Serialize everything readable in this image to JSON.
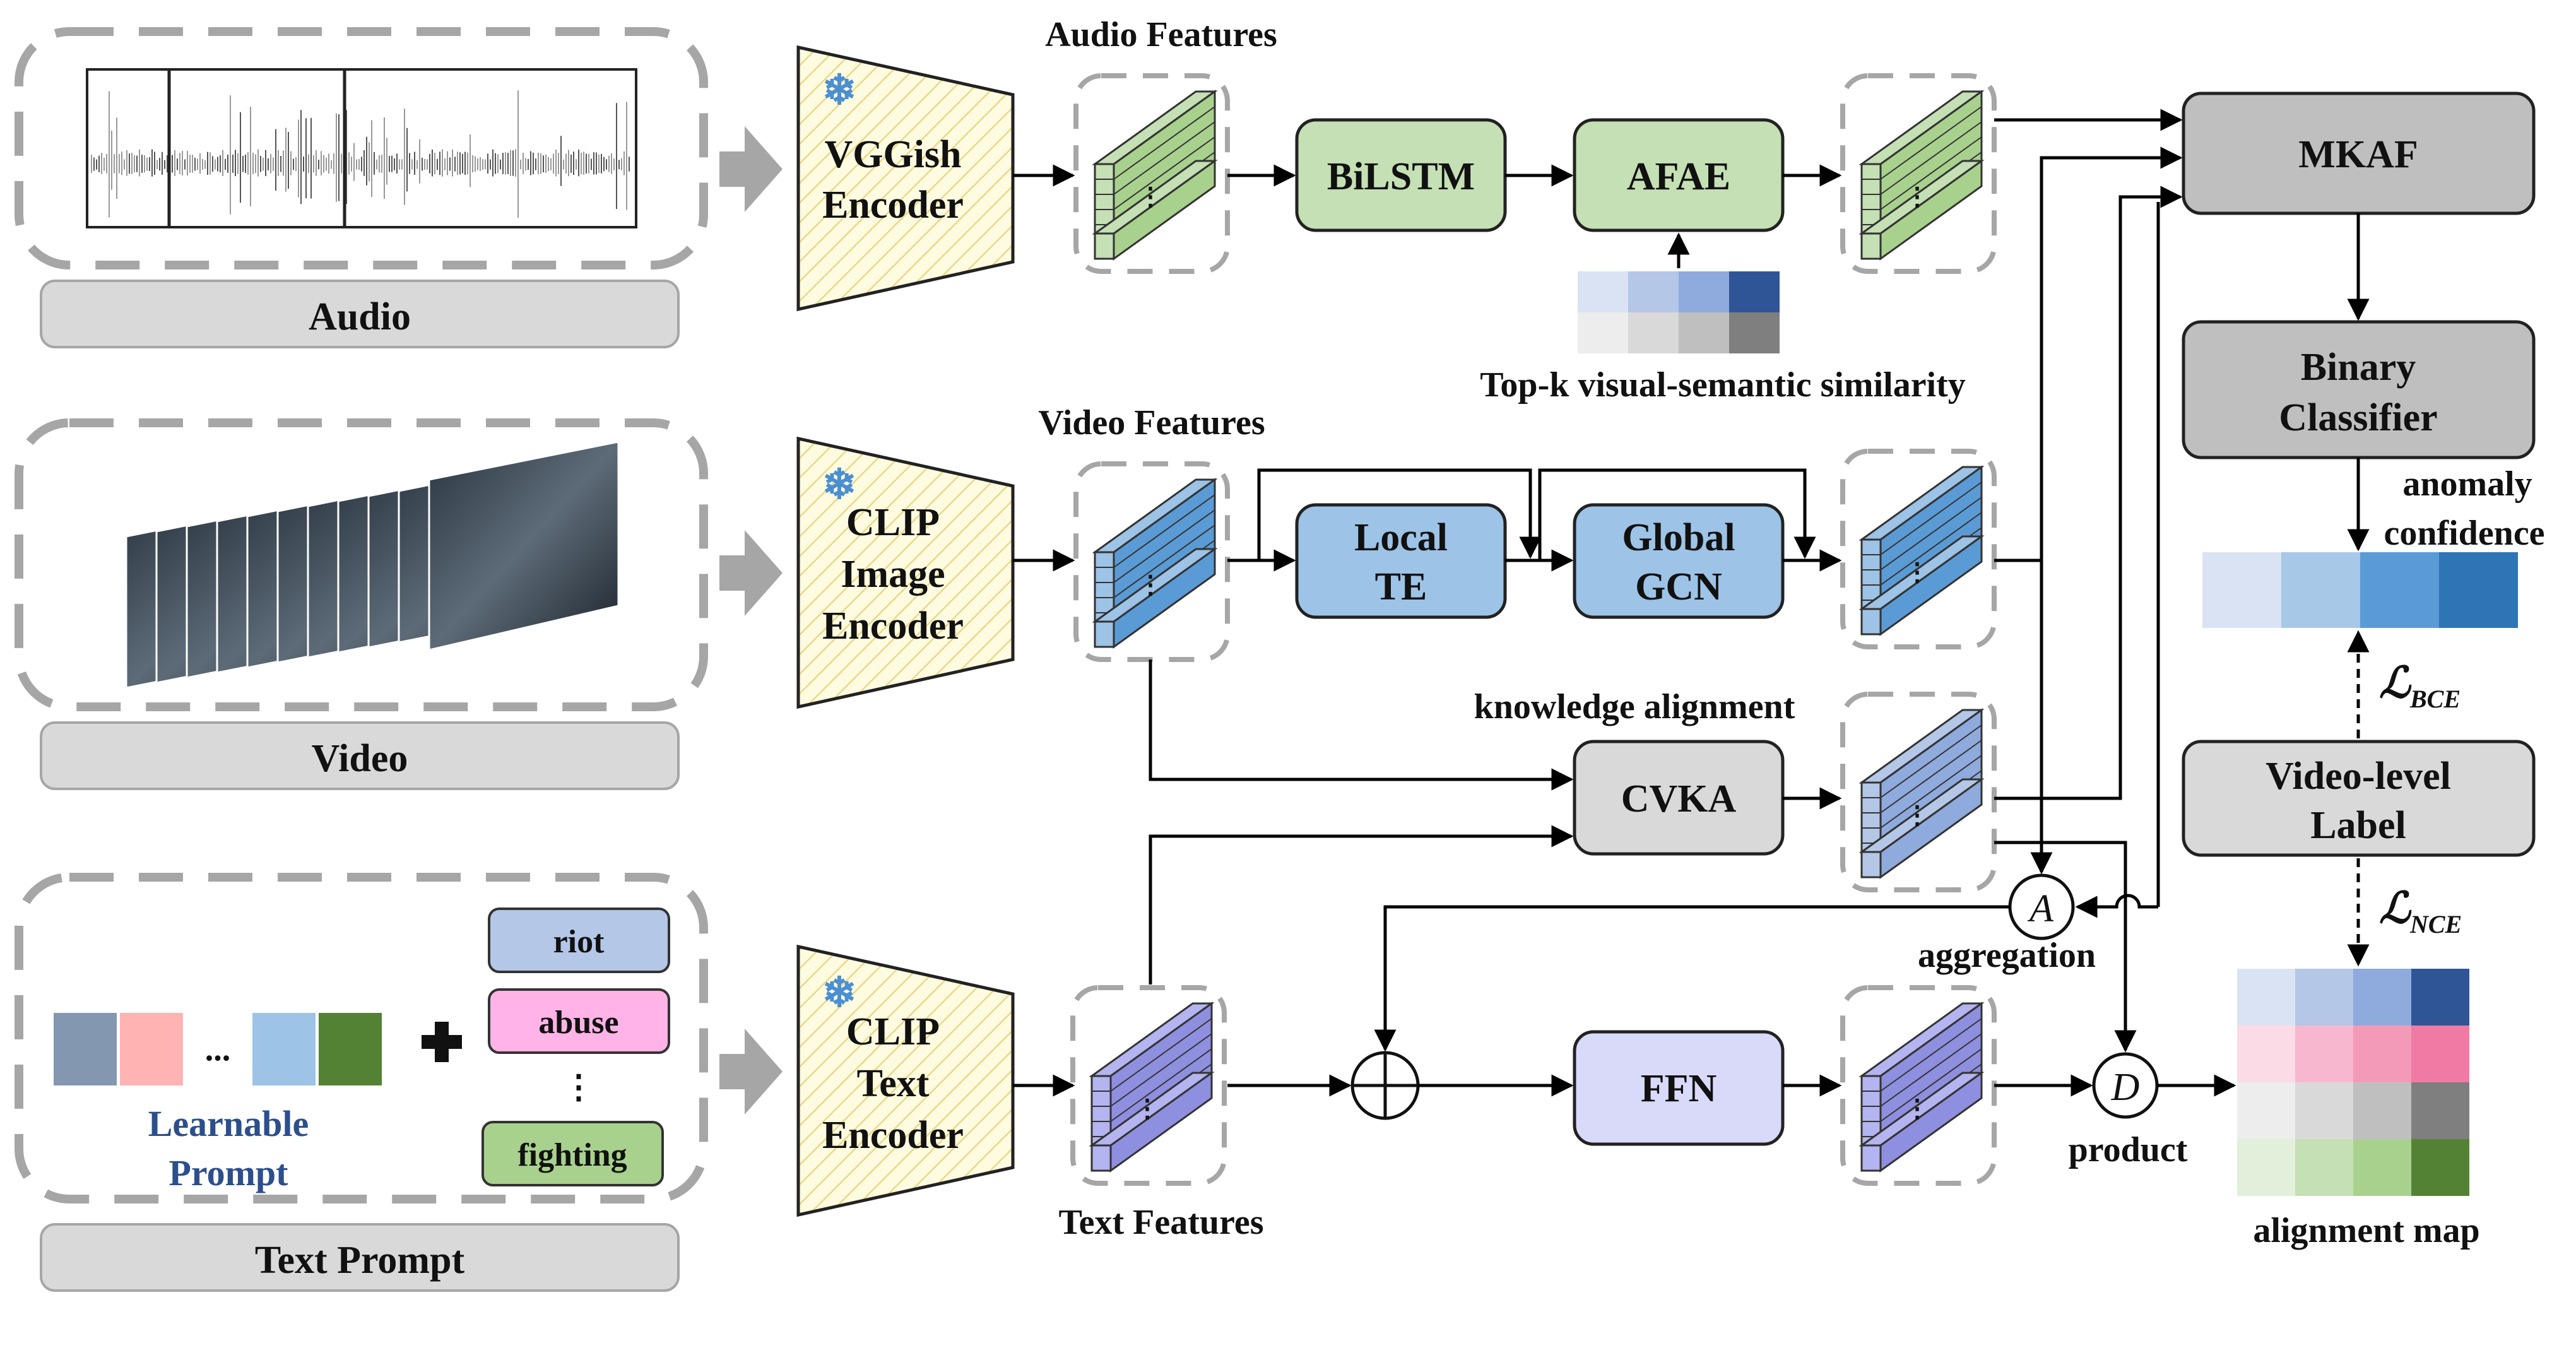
{
  "inputs": {
    "audio": "Audio",
    "video": "Video",
    "text_prompt": "Text Prompt",
    "learnable_prompt_line1": "Learnable",
    "learnable_prompt_line2": "Prompt",
    "prompt_ellipsis": "...",
    "class_tags": [
      "riot",
      "abuse",
      "fighting"
    ],
    "tags_ellipsis": "⋮"
  },
  "encoders": {
    "audio": [
      "VGGish",
      "Encoder"
    ],
    "image": [
      "CLIP",
      "Image",
      "Encoder"
    ],
    "text": [
      "CLIP",
      "Text",
      "Encoder"
    ]
  },
  "features": {
    "audio": "Audio Features",
    "video": "Video Features",
    "text": "Text Features"
  },
  "modules": {
    "bilstm": "BiLSTM",
    "afae": "AFAE",
    "local_te": [
      "Local",
      "TE"
    ],
    "global_gcn": [
      "Global",
      "GCN"
    ],
    "cvka": "CVKA",
    "ffn": "FFN",
    "mkaf": "MKAF",
    "binary_classifier": [
      "Binary",
      "Classifier"
    ],
    "video_level_label": [
      "Video-level",
      "Label"
    ]
  },
  "annotations": {
    "topk": "Top-k visual-semantic similarity",
    "knowledge_alignment": "knowledge alignment",
    "anomaly_confidence": [
      "anomaly",
      "confidence"
    ],
    "aggregation": "aggregation",
    "product": "product",
    "alignment_map": "alignment map",
    "loss_bce_symbol": "ℒ",
    "loss_bce_sub": "BCE",
    "loss_nce_symbol": "ℒ",
    "loss_nce_sub": "NCE",
    "aggregation_symbol": "A",
    "product_symbol": "D",
    "snowflake": "❄"
  },
  "colors": {
    "green_module": "#c5e0b4",
    "blue_module": "#9dc3e6",
    "gray_module": "#bfbfbf",
    "light_gray_module": "#d9d9d9",
    "ffn_module": "#d9d9fa",
    "encoder_fill": "#fff9d9",
    "tag_riot": "#b4c7e7",
    "tag_abuse": "#ffb3e6",
    "tag_fighting": "#a9d18e"
  }
}
